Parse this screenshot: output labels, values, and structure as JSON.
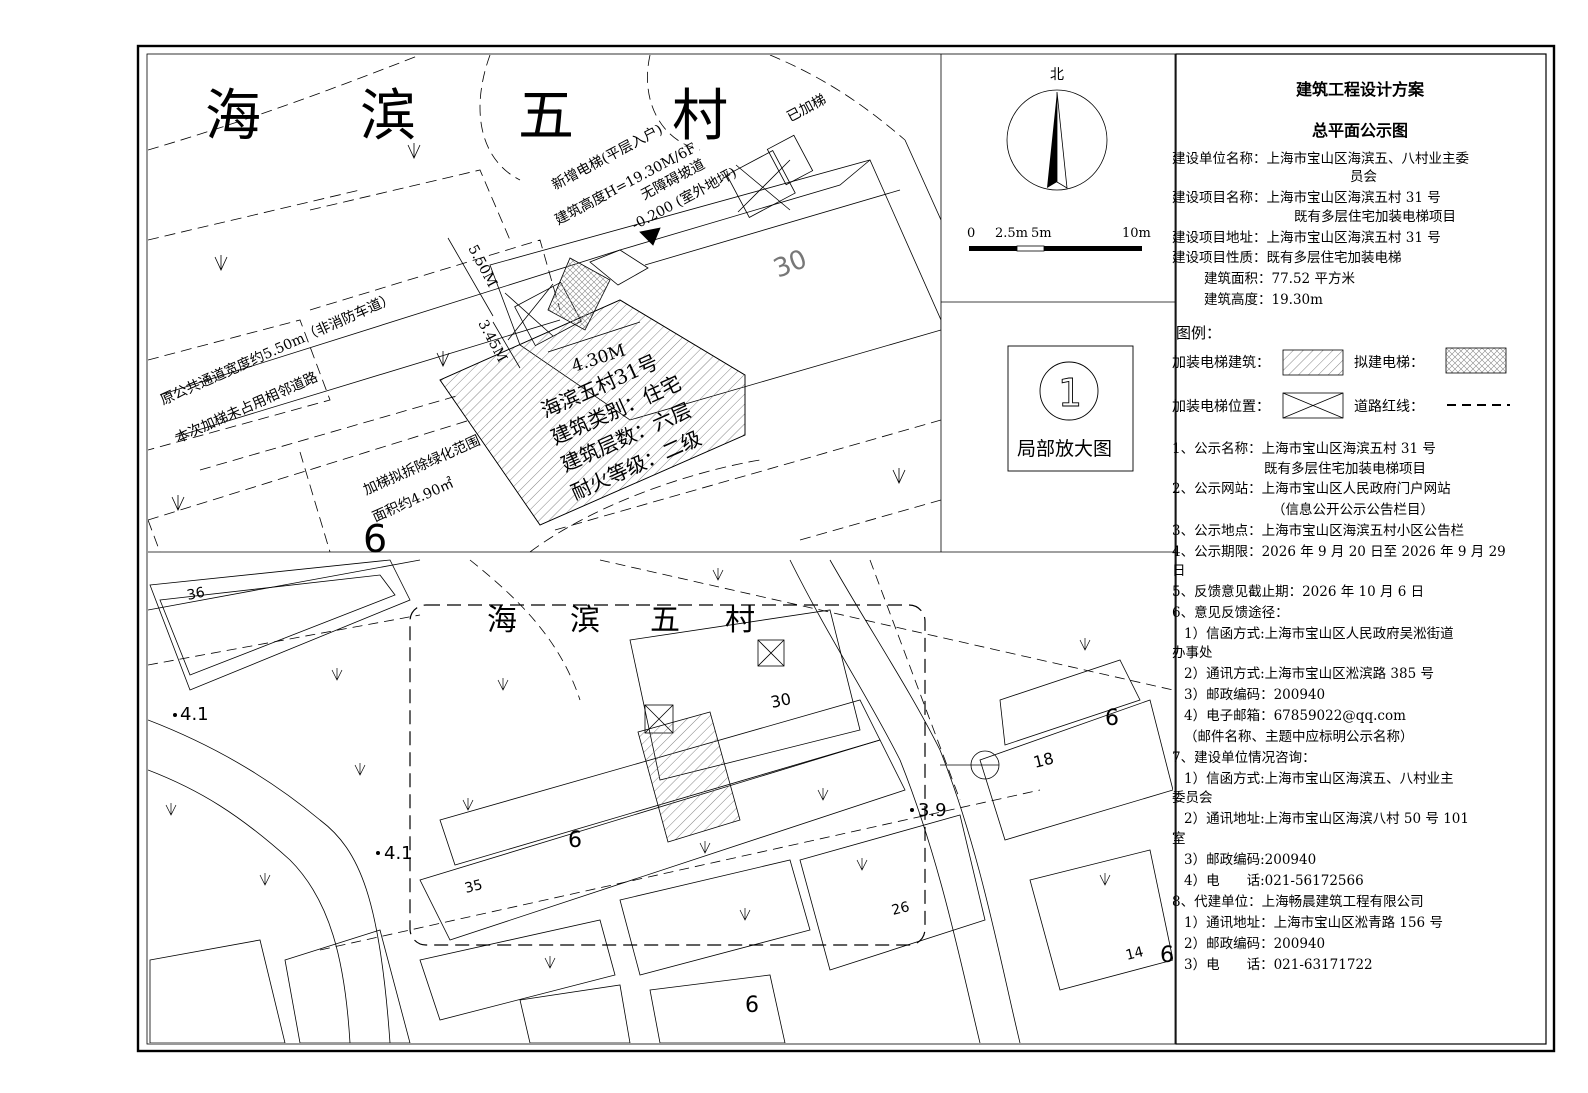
{
  "drawing": {
    "village_name_chars": [
      "海",
      "滨",
      "五",
      "村"
    ],
    "detail": {
      "new_elevator_label": "新增电梯(平层入户)",
      "building_height_label": "建筑高度H=19.30M/6F",
      "accessible_ramp_label": "无障碍坡道",
      "outdoor_level_label": "-0.200 (室外地坪)",
      "existing_elevator_label": "已加梯",
      "dim_width": "5.50M",
      "dim_gap": "3.45M",
      "dim_depth": "4.30M",
      "road_note_1": "原公共通道宽度约5.50m（非消防车道）",
      "road_note_2": "本次加梯未占用相邻道路",
      "building_info": [
        "海滨五村31号",
        "建筑类别：住宅",
        "建筑层数：六层",
        "耐火等级：二级"
      ],
      "greening_1": "加梯拟拆除绿化范围",
      "greening_2": "面积约4.90㎡",
      "building_no": "30",
      "floor_count": "6"
    },
    "site": {
      "floor_count": "6",
      "elev_1": "4.1",
      "elev_2": "4.1",
      "elev_3": "3.9",
      "bldg_36": "36",
      "bldg_30": "30",
      "bldg_35": "35",
      "bldg_18": "18",
      "bldg_26": "26",
      "bldg_14": "14"
    },
    "compass": {
      "north": "北"
    },
    "scale": {
      "t0": "0",
      "t1": "2.5m",
      "t2": "5m",
      "t3": "10m"
    },
    "enlarged_tag": {
      "number": "1",
      "label": "局部放大图"
    }
  },
  "panel": {
    "title_1": "建筑工程设计方案",
    "title_2": "总平面公示图",
    "info_lines": [
      "建设单位名称：上海市宝山区海滨五、八村业主委",
      "员会",
      "建设项目名称：上海市宝山区海滨五村 31 号",
      "既有多层住宅加装电梯项目",
      "建设项目地址：上海市宝山区海滨五村 31 号",
      "建设项目性质：既有多层住宅加装电梯",
      "建筑面积：77.52 平方米",
      "建筑高度：19.30m"
    ],
    "legend": {
      "title": "图例：",
      "item_1": "加装电梯建筑：",
      "item_2": "拟建电梯：",
      "item_3": "加装电梯位置：",
      "item_4": "道路红线："
    },
    "notice_lines": [
      "1、公示名称：上海市宝山区海滨五村 31 号",
      "既有多层住宅加装电梯项目",
      "2、公示网站：上海市宝山区人民政府门户网站",
      "（信息公开公示公告栏目）",
      "3、公示地点：上海市宝山区海滨五村小区公告栏",
      "4、公示期限：2026 年 9 月 20 日至 2026 年 9 月 29",
      "日",
      "5、反馈意见截止期：2026 年 10 月 6 日",
      "6、意见反馈途径：",
      "1）信函方式:上海市宝山区人民政府吴淞街道",
      "办事处",
      "2）通讯方式:上海市宝山区淞滨路 385 号",
      "3）邮政编码：200940",
      "4）电子邮箱：67859022@qq.com",
      "（邮件名称、主题中应标明公示名称）",
      "7、建设单位情况咨询：",
      "1）信函方式:上海市宝山区海滨五、八村业主",
      "委员会",
      "2）通讯地址:上海市宝山区海滨八村 50 号 101",
      "室",
      "3）邮政编码:200940",
      "4）电　　话:021-56172566",
      "8、代建单位：上海畅晨建筑工程有限公司",
      "1）通讯地址：上海市宝山区淞青路 156 号",
      "2）邮政编码：200940",
      "3）电　　话：021-63171722"
    ]
  }
}
